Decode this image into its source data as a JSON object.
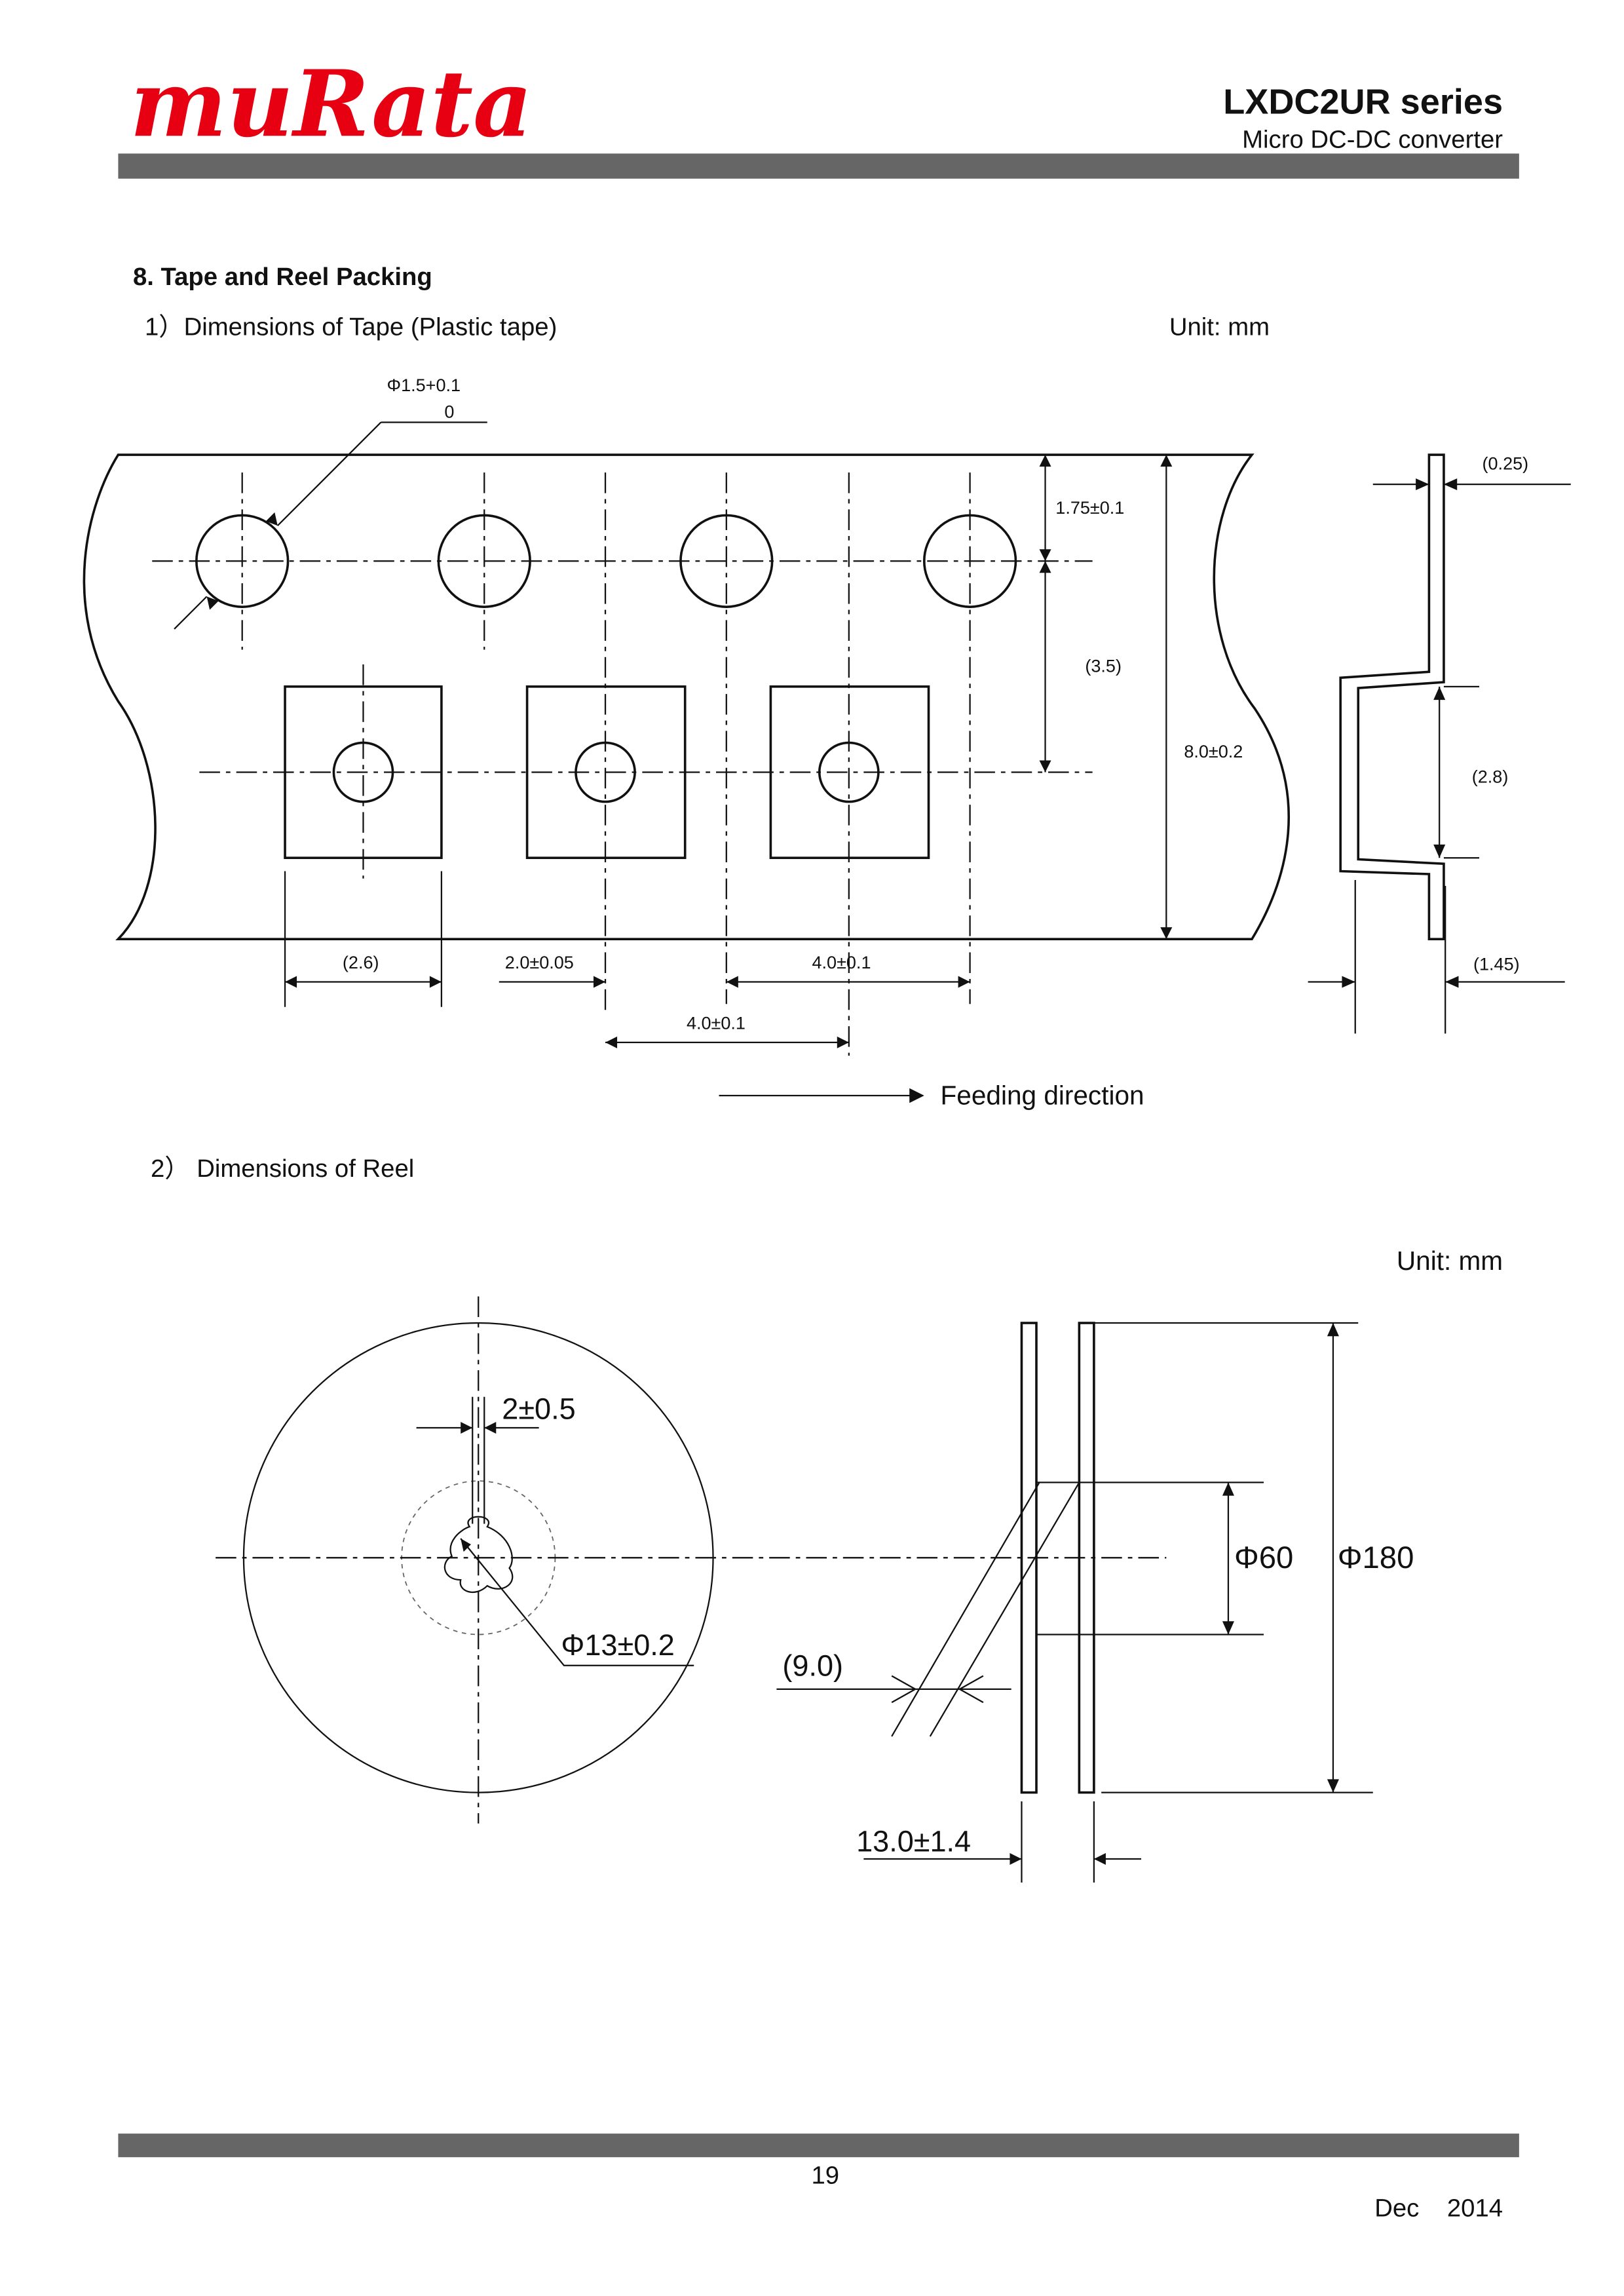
{
  "header": {
    "logo": "muRata",
    "series": "LXDC2UR  series",
    "subtitle": "Micro  DC-DC  converter"
  },
  "section": {
    "title": "8. Tape and Reel Packing",
    "tape_heading": "1）Dimensions of Tape (Plastic tape)",
    "tape_unit": "Unit: mm",
    "tape_dims": {
      "hole_dia": "Φ1.5+0.1",
      "hole_dia_lower": "0",
      "d175": "1.75±0.1",
      "d35": "(3.5)",
      "d80": "8.0±0.2",
      "d26": "(2.6)",
      "d20": "2.0±0.05",
      "d40a": "4.0±0.1",
      "d40b": "4.0±0.1",
      "d025": "(0.25)",
      "d28": "(2.8)",
      "d145": "(1.45)"
    },
    "feeding": "Feeding direction",
    "reel_heading": "2）  Dimensions of Reel",
    "reel_unit": "Unit:  mm",
    "reel_dims": {
      "slot": "2±0.5",
      "hub": "Φ13±0.2",
      "d60": "Φ60",
      "d180": "Φ180",
      "d9": "(9.0)",
      "d13": "13.0±1.4"
    }
  },
  "footer": {
    "page": "19",
    "date": "Dec    2014"
  },
  "colors": {
    "brand": "#e60012",
    "bar": "#666666"
  }
}
